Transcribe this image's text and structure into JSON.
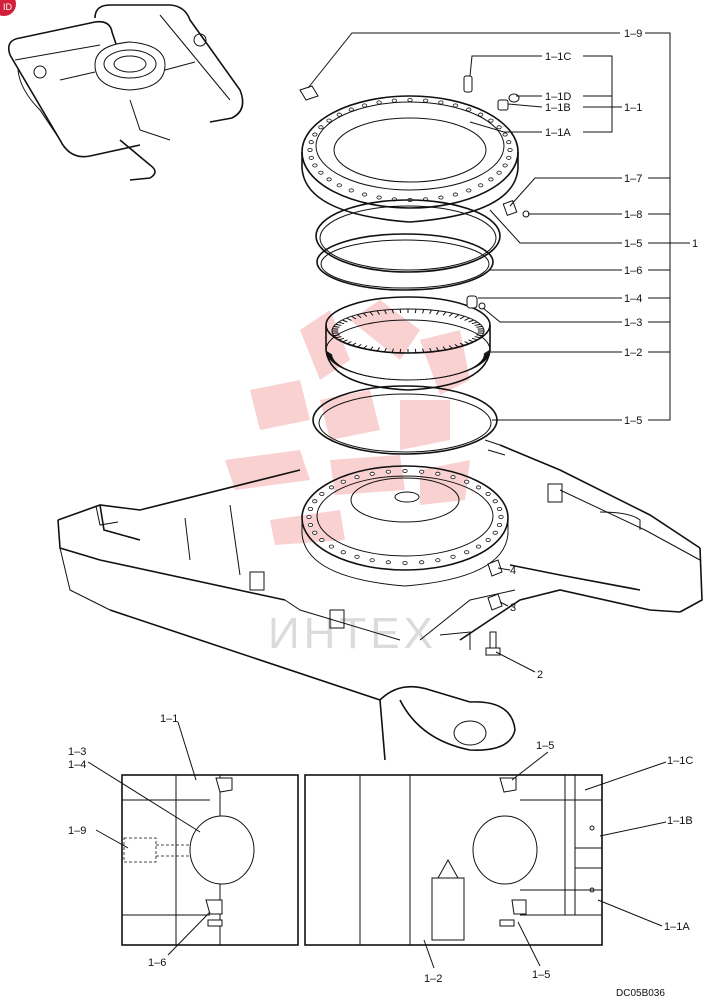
{
  "badge": "ID",
  "watermark": "ИНТЕХ",
  "drawing_code": "DC05B036",
  "exploded_labels": {
    "l1_9": "1–9",
    "l1_1c": "1–1C",
    "l1_1d": "1–1D",
    "l1_1b": "1–1B",
    "l1_1": "1–1",
    "l1_1a": "1–1A",
    "l1_7": "1–7",
    "l1_8": "1–8",
    "l1_5a": "1–5",
    "l1": "1",
    "l1_6": "1–6",
    "l1_4": "1–4",
    "l1_3": "1–3",
    "l1_2": "1–2",
    "l1_5b": "1–5",
    "l4": "4",
    "l3": "3",
    "l2": "2"
  },
  "section_labels": {
    "s1_1": "1–1",
    "s1_3": "1–3",
    "s1_4": "1–4",
    "s1_9": "1–9",
    "s1_6": "1–6",
    "s1_5top": "1–5",
    "s1_1c": "1–1C",
    "s1_1b": "1–1B",
    "s1_1a": "1–1A",
    "s1_2": "1–2",
    "s1_5bot": "1–5"
  }
}
